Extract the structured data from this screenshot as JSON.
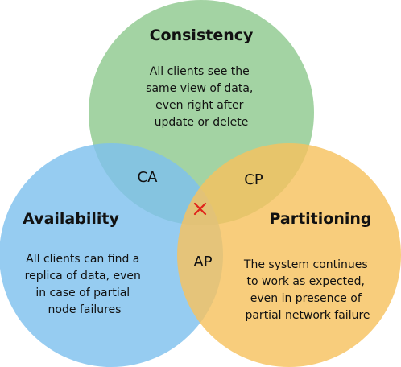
{
  "circles": [
    {
      "id": "consistency",
      "title": "Consistency",
      "description": [
        "All clients see the",
        "same view of data,",
        "even right after",
        "update or delete"
      ],
      "color": "#8fc98f"
    },
    {
      "id": "availability",
      "title": "Availability",
      "description": [
        "All clients can find a",
        "replica of data, even",
        "in case of partial",
        "node failures"
      ],
      "color": "#7fc1ee"
    },
    {
      "id": "partitioning",
      "title": "Partitioning",
      "description": [
        "The system continues",
        "to work as expected,",
        "even in presence of",
        "partial network failure"
      ],
      "color": "#f6c25f"
    }
  ],
  "overlaps": {
    "ca": "CA",
    "cp": "CP",
    "ap": "AP"
  },
  "center_marker": {
    "symbol": "✕",
    "color": "#e0241b",
    "meaning": "cross-icon"
  }
}
